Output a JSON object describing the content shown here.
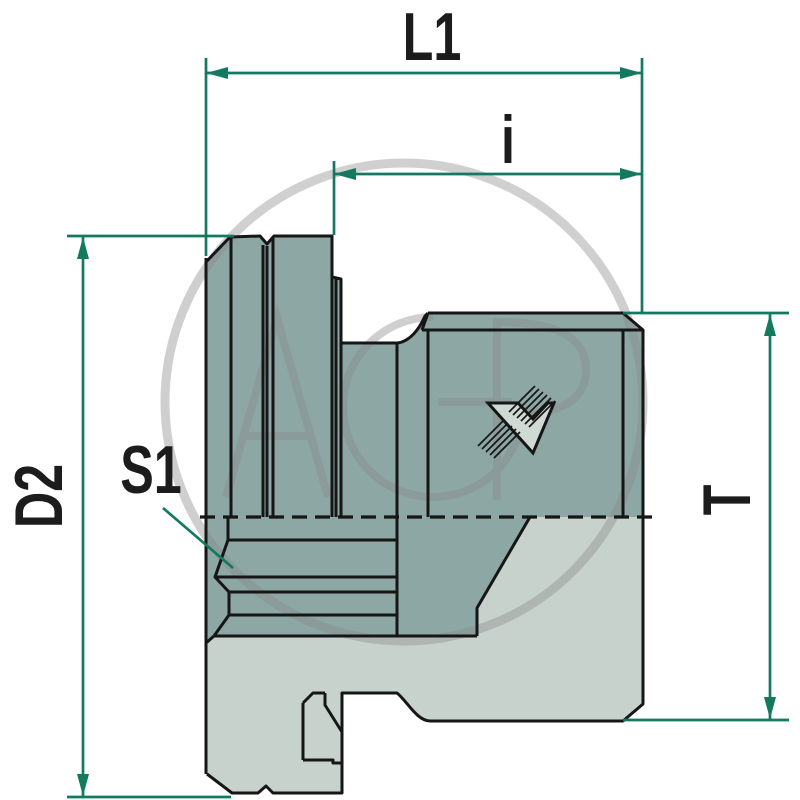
{
  "drawing": {
    "dimension_labels": {
      "l1": "L1",
      "i": "i",
      "d2": "D2",
      "t": "T",
      "s1": "S1"
    },
    "watermark_text": "AGP",
    "colors": {
      "dimension": "#137a5f",
      "line": "#161616",
      "body_dark": "#8ca7a4",
      "body_light": "#c7d2cd",
      "logo_fill": "#cfdad5",
      "watermark": "#8a8a8a",
      "background": "#ffffff",
      "text": "#1c1c1c"
    }
  }
}
